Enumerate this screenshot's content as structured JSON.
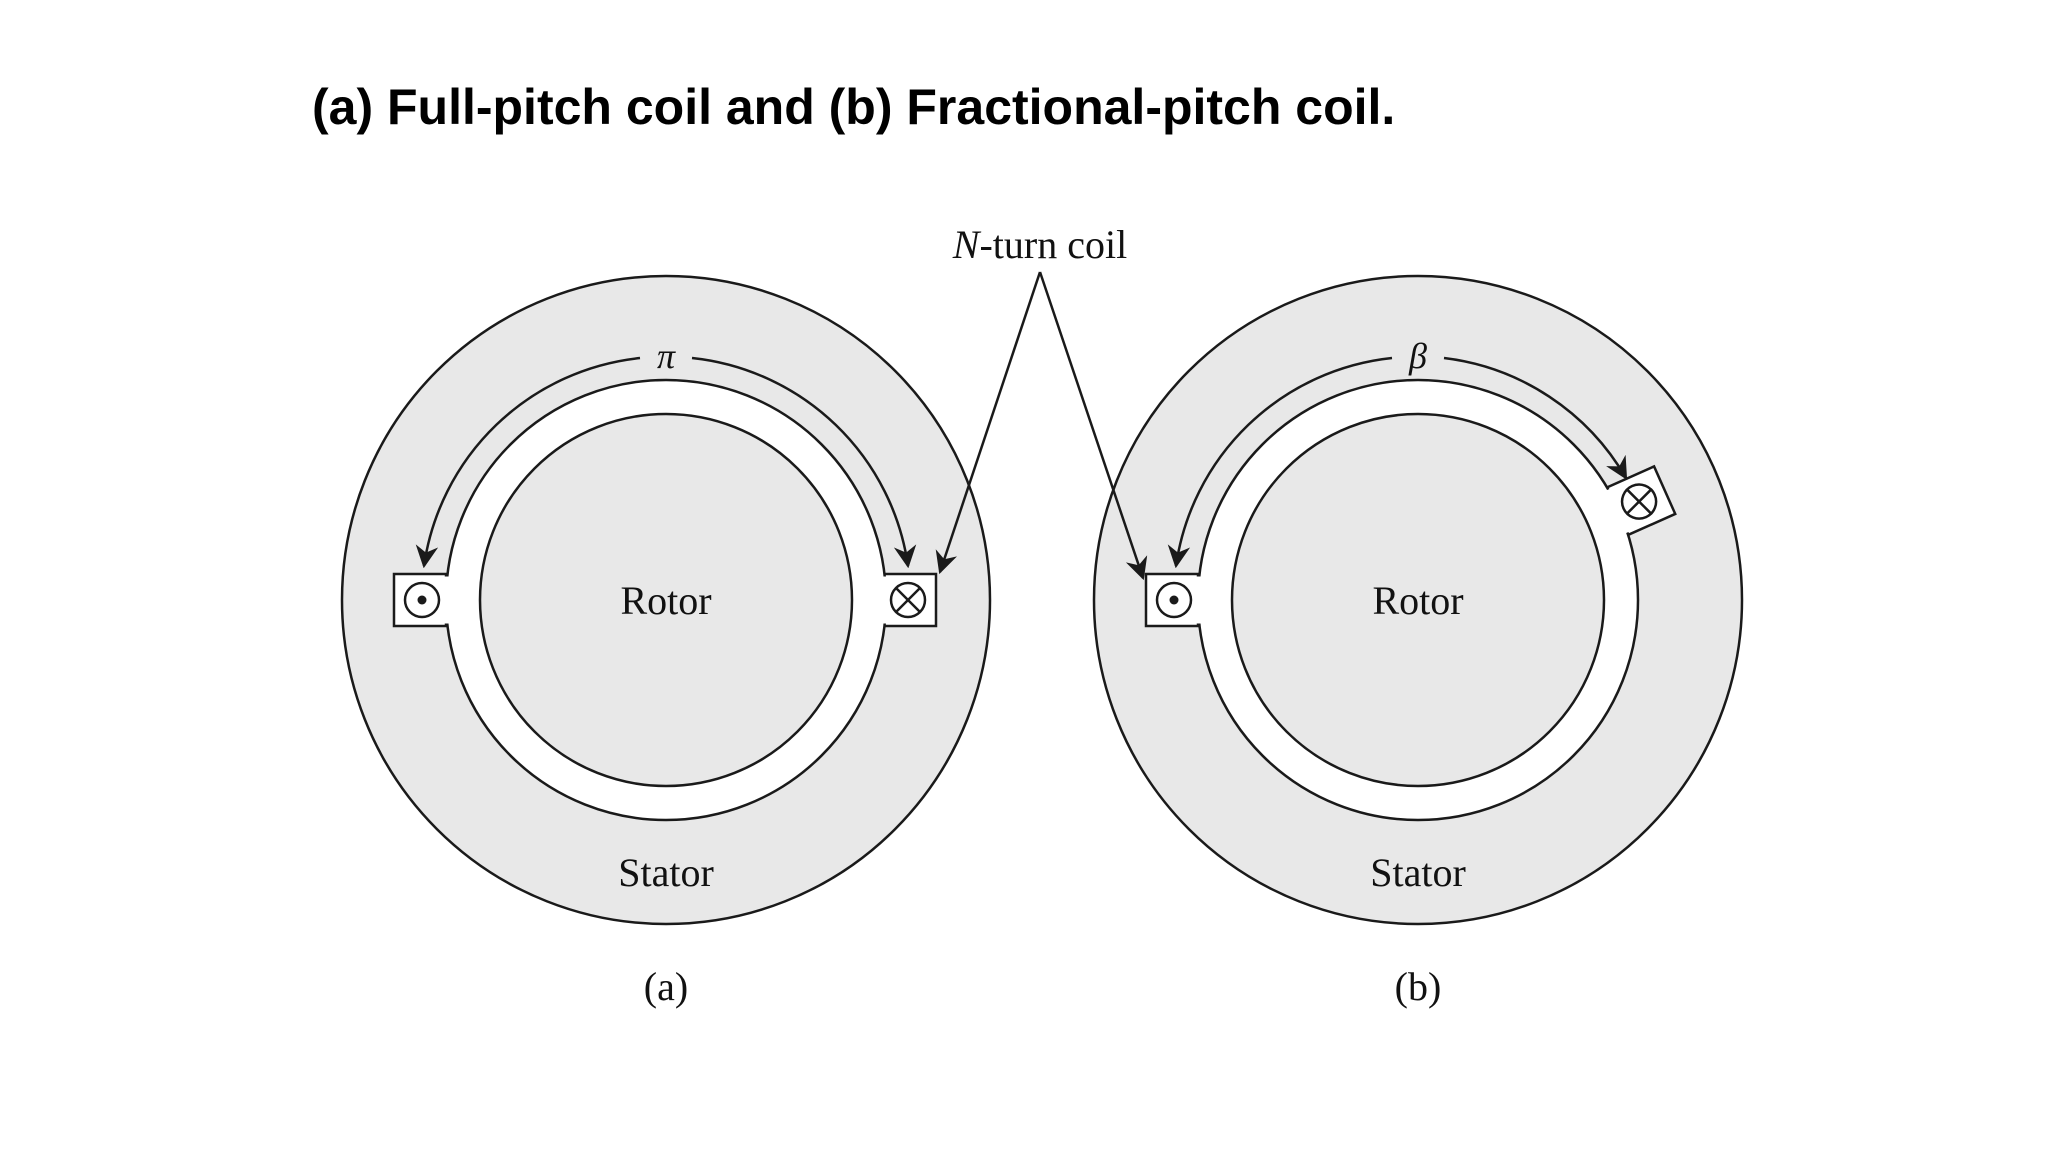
{
  "title": "(a) Full-pitch coil and (b) Fractional-pitch coil.",
  "colors": {
    "background": "#ffffff",
    "stator_fill": "#e8e8e8",
    "rotor_fill": "#e8e8e8",
    "air_gap_fill": "#ffffff",
    "stroke": "#1a1a1a"
  },
  "diagram": {
    "coil_label_prefix": "N",
    "coil_label_suffix": "-turn coil",
    "panels": [
      {
        "id": "a",
        "rotor_label": "Rotor",
        "stator_label": "Stator",
        "pitch_symbol": "π",
        "caption": "(a)",
        "left_conductor_icon": "current-out-of-page-icon",
        "right_conductor_icon": "current-into-page-icon"
      },
      {
        "id": "b",
        "rotor_label": "Rotor",
        "stator_label": "Stator",
        "pitch_symbol": "β",
        "caption": "(b)",
        "left_conductor_icon": "current-out-of-page-icon",
        "right_conductor_icon": "current-into-page-icon"
      }
    ]
  }
}
